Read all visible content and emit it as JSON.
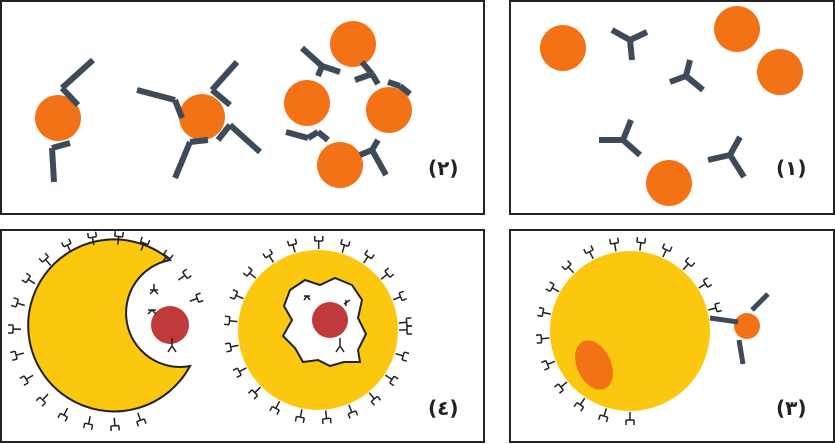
{
  "panels": [
    {
      "id": "p1",
      "label": "(١)"
    },
    {
      "id": "p2",
      "label": "(٢)"
    },
    {
      "id": "p3",
      "label": "(٣)"
    },
    {
      "id": "p4",
      "label": "(٤)"
    }
  ],
  "colors": {
    "antigen": "#f47216",
    "antibody": "#3d4a5a",
    "cell": "#fcc70f",
    "engulfed": "#c0393b",
    "border": "#222222",
    "receptor": "#222222"
  }
}
